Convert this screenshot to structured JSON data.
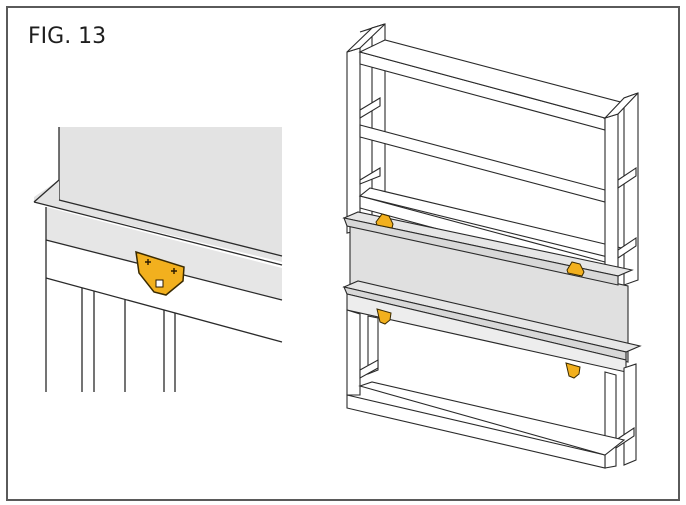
{
  "figure": {
    "label": "FIG. 13",
    "colors": {
      "border": "#5a5a5a",
      "panel_gray": "#e3e3e3",
      "bracket_yellow": "#f2b01e",
      "bracket_outline": "#6b4a00",
      "line": "#2a2a2a"
    },
    "detail_view": {
      "description": "Close-up of yellow mounting bracket fixing gray panel ledge to frame rail",
      "bracket_count": 1
    },
    "overview": {
      "description": "Isometric frame with gray panel attached by yellow brackets on upper and lower rails",
      "bracket_count": 4
    }
  }
}
